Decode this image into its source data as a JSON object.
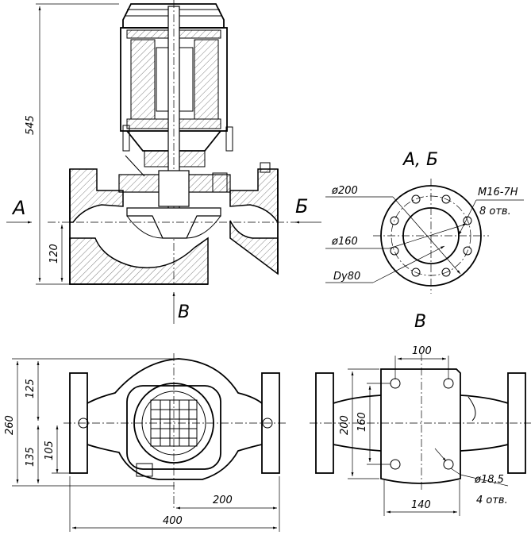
{
  "views": {
    "section_a_label": "А",
    "section_b_label": "Б",
    "flange_view_title": "А, Б",
    "view_v_arrow_label": "В",
    "view_v_title": "В"
  },
  "dimensions": {
    "overall_height": "545",
    "axis_height": "120",
    "plan_width": "260",
    "plan_top": "125",
    "plan_bottom": "135",
    "plan_center": "105",
    "plan_half_length": "200",
    "plan_length": "400",
    "base_width": "100",
    "base_length": "140",
    "base_height": "200",
    "base_hole_spacing": "160",
    "base_hole_dia": "ø18,5",
    "base_hole_count": "4 отв."
  },
  "flange": {
    "outer_dia": "ø200",
    "bolt_circle_dia": "ø160",
    "nominal_bore": "Dy80",
    "thread": "M16-7H",
    "hole_count": "8 отв."
  }
}
